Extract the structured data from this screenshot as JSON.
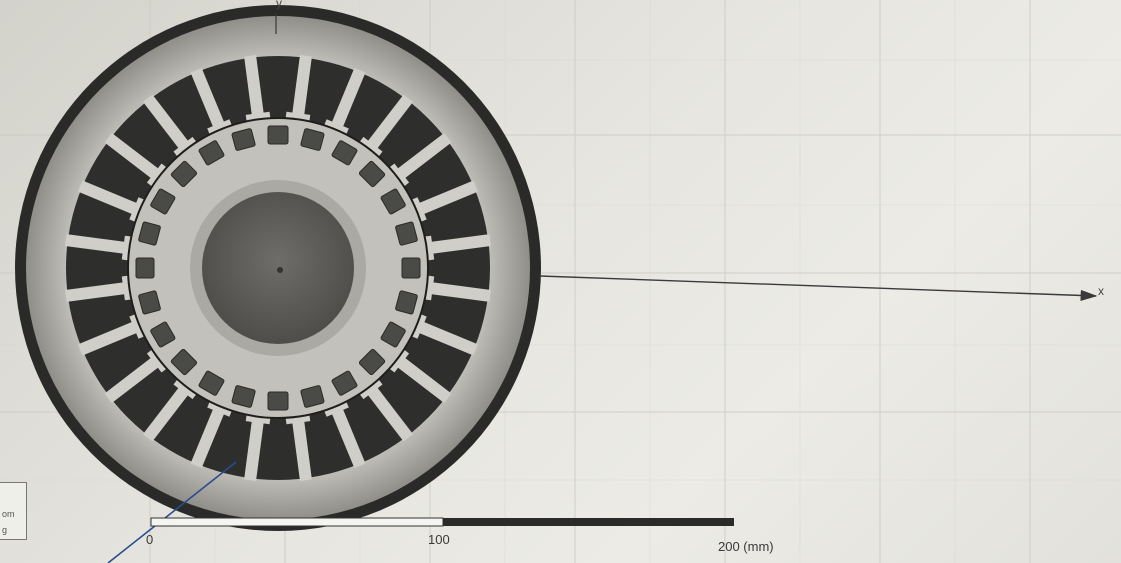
{
  "viewport": {
    "axis_x_label": "x",
    "axis_y_label": "y"
  },
  "scale_bar": {
    "label_start": "0",
    "label_mid": "100",
    "label_end": "200 (mm)"
  },
  "corner_box": {
    "line1": "om",
    "line2": "g"
  },
  "model": {
    "type": "motor-cross-section",
    "stator_slots": 24,
    "rotor_magnets": 24
  }
}
